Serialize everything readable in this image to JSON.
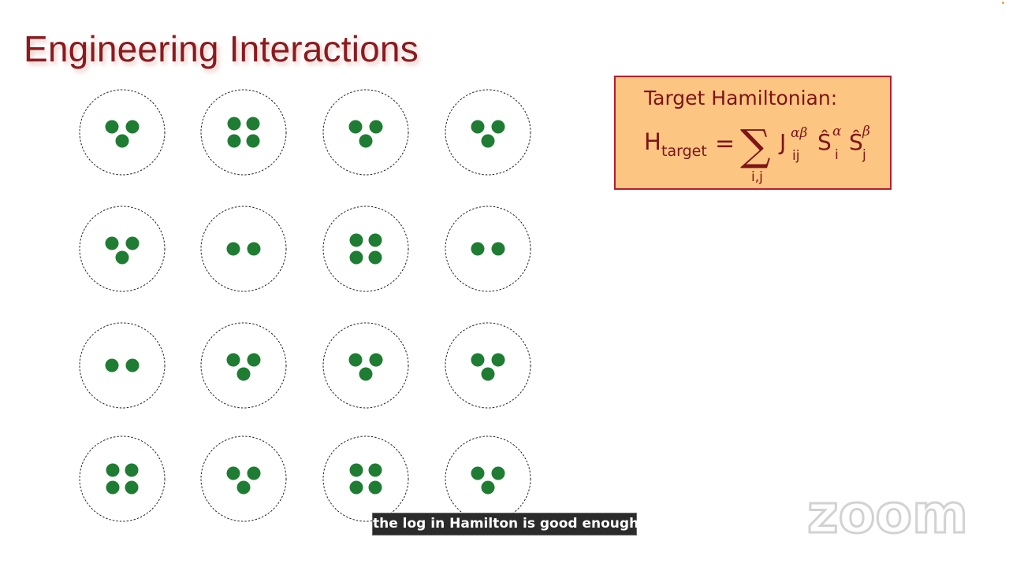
{
  "slide": {
    "title": "Engineering Interactions"
  },
  "hamiltonian": {
    "label": "Target Hamiltonian:",
    "formula": {
      "H": "H",
      "H_sub": "target",
      "equals": "=",
      "sum": "∑",
      "sum_sub": "i,j",
      "J": "J",
      "J_sup": "αβ",
      "J_sub": "ij",
      "S": "Ŝ",
      "S1_sup": "α",
      "S1_sub": "i",
      "S2_sup": "β",
      "S2_sub": "j"
    }
  },
  "lattice": {
    "dot_color": "#1e7d32",
    "site_dot_counts": [
      [
        3,
        4,
        3,
        3
      ],
      [
        3,
        2,
        4,
        2
      ],
      [
        2,
        3,
        3,
        3
      ],
      [
        4,
        3,
        4,
        3
      ]
    ]
  },
  "caption": {
    "text": "the log in Hamilton is good enough."
  },
  "watermark": {
    "text": "zoom"
  }
}
